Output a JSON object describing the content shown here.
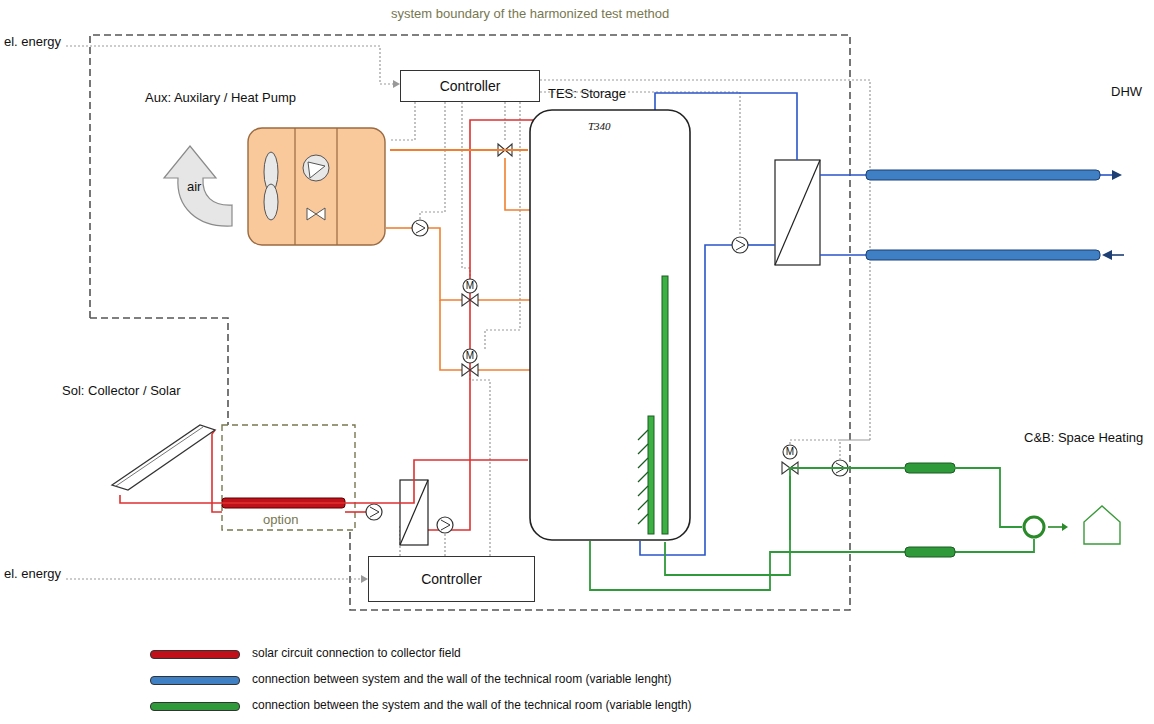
{
  "diagram": {
    "nodes": [
      {
        "text": [
          "Controller"
        ]
      },
      {
        "text": [
          "Aux: Auxilary / Heat Pump"
        ]
      },
      {
        "text": [
          "TES: Storage",
          "T340"
        ]
      },
      {
        "text": [
          "Sol: Collector / Solar"
        ]
      },
      {
        "text": [
          "Controller"
        ]
      },
      {
        "text": [
          "C&B: Space Heating"
        ]
      }
    ],
    "edges": [
      {
        "from": 0,
        "to": 1,
        "arrow": "none"
      },
      {
        "from": 1,
        "to": 2,
        "arrow": "none"
      },
      {
        "from": 3,
        "to": 2,
        "arrow": "none"
      },
      {
        "from": 2,
        "to": 5,
        "arrow": "none"
      }
    ],
    "labels": [
      "system boundary of the harmonized test method",
      "el. energy",
      "air",
      "option",
      "el. energy",
      "DHW",
      "M",
      "M",
      "M"
    ],
    "legend": [
      {
        "text": "solar circuit connection to collector field",
        "color": "#c0101a"
      },
      {
        "text": "connection between system and the wall of the technical room (variable lenght)",
        "color": "#3f7fc4"
      },
      {
        "text": "connection between the system and the wall of the technical room (variable length)",
        "color": "#2f9a3a"
      }
    ]
  }
}
